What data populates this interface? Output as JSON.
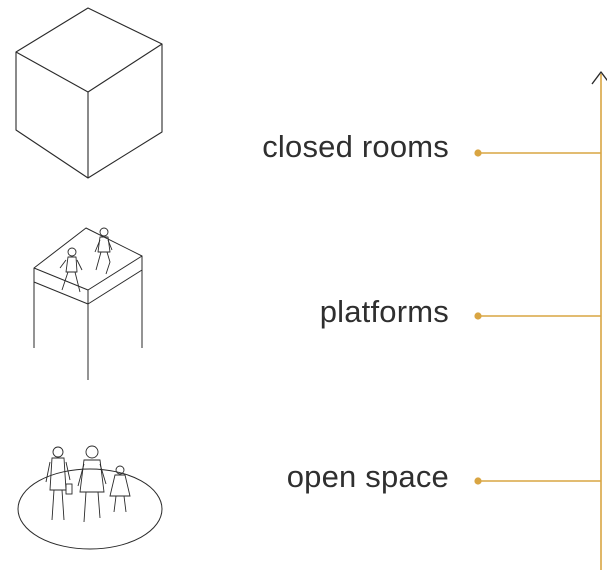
{
  "diagram": {
    "accent_color": "#d9a542",
    "line_color": "#2a2a2a",
    "levels": [
      {
        "label": "closed rooms",
        "icon": "closed-cube-icon"
      },
      {
        "label": "platforms",
        "icon": "platform-people-icon"
      },
      {
        "label": "open space",
        "icon": "open-ground-people-icon"
      }
    ],
    "axis": {
      "direction": "up",
      "icon": "arrow-up-icon"
    }
  }
}
